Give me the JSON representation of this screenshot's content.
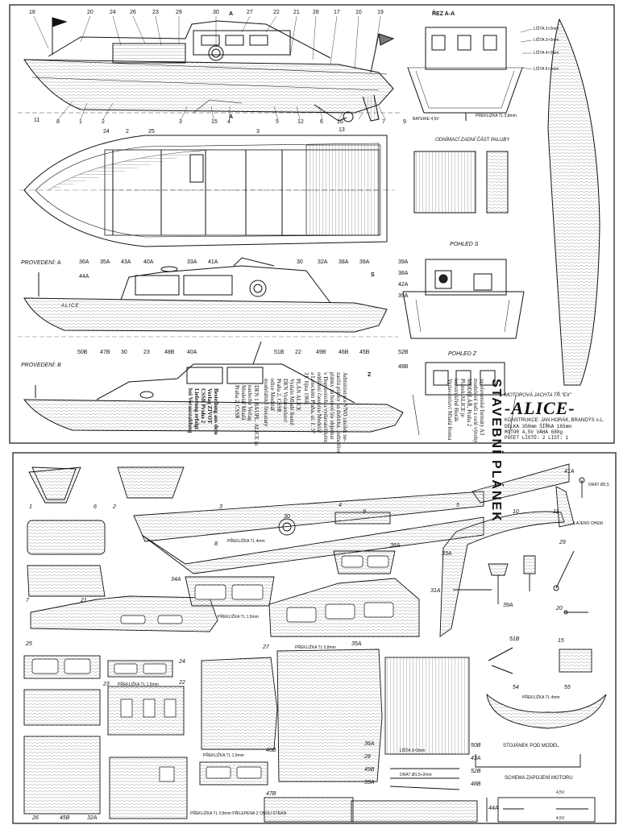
{
  "top_panel": {
    "section_label": "ŘEZ A-A",
    "view_rear_deck": "ODNÍMACÍ ZADNÍ ČÁST PALUBY",
    "view_s": "POHLED S",
    "view_z": "POHLED Z",
    "variant_a": "PROVEDENÍ: A",
    "variant_b": "PROVEDENÍ: B",
    "hull_name": "ALICE",
    "section_markers": [
      "A",
      "A",
      "S",
      "Z"
    ],
    "section_notes": [
      "LIŠTA 2×2mm",
      "LIŠTA 3×3mm",
      "LIŠTA 4×2mm",
      "LIŠTA 5×3mm",
      "PŘEKLIŽKA TL 0,8mm",
      "BATERIE 4,5V"
    ],
    "side_numbers": [
      "18",
      "20",
      "24",
      "26",
      "23",
      "29",
      "30",
      "27",
      "22",
      "21",
      "28",
      "17",
      "10",
      "19",
      "8",
      "1",
      "2",
      "3",
      "15",
      "4",
      "5",
      "12",
      "6",
      "16",
      "7",
      "9",
      "13",
      "11"
    ],
    "plan_numbers": [
      "11",
      "24",
      "2",
      "25",
      "3"
    ],
    "variant_a_numbers": [
      "36A",
      "35A",
      "43A",
      "40A",
      "33A",
      "41A",
      "30",
      "32A",
      "38A",
      "39A",
      "44A"
    ],
    "variant_b_numbers": [
      "50B",
      "47B",
      "30",
      "23",
      "48B",
      "40A",
      "51B",
      "22",
      "49B",
      "46B",
      "45B"
    ],
    "view_s_numbers": [
      "39A",
      "38A",
      "42A",
      "39A"
    ],
    "view_z_numbers": [
      "52B",
      "48B"
    ]
  },
  "title_block": {
    "header": "MOTOROVÁ JACHTA TŘ.\"EX\"",
    "name": "-ALICE-",
    "constructor": "KONSTRUKCE: JAN HORÁK, BRANDÝS n.L.",
    "rows": [
      "DÉLKA    350mm   ŠÍŘKA   165mm",
      "MOTOR    4,5V    VÁHA    680g",
      "POČET LISTŮ: 2       LIST: 1"
    ],
    "vertical_title": "STAVEBNÍ PLÁNEK"
  },
  "overlay_text": {
    "col1": [
      "Administrace VNO zásilek ne-",
      "zasílá plánky na dobírku. Jednotlivé",
      "plánky za hotové lze objednat",
      "v Dopravních a vydavatelském",
      "oddělení časopisu Modelář",
      "a Leteckém Praha, ul. č. 37",
      "31. října 1968."
    ],
    "col2": [
      "PLÁN ALICE",
      "Vydalo Mladé frontě",
      "DEN Vydavatelství",
      "Praha 2, CSSR",
      "edice Modelář",
      "modelářské literatury"
    ],
    "col3": [
      "DEN 1 BAUPL. ALICE in",
      "naslechu Verlag",
      "Modelář Mladá",
      "Praha 2, CSSR"
    ],
    "col4": [
      "Bestellung aus dem",
      "Verlag ZIVOT",
      "CSSR Praha 2",
      "Lieferung erfolgt",
      "bei Vorauszahlung"
    ],
    "col5": [
      "ve-slovenské formáty A3",
      "modelové lodi z celé výroby",
      "MODELÁŘ, Praha 2",
      "Plánek ALICE je",
      "konstrukčně Horák",
      "Vydavatelství Mladá fronta"
    ]
  },
  "parts_sheet": {
    "part_numbers": [
      "1",
      "6",
      "2",
      "3",
      "30",
      "9",
      "4",
      "5",
      "41A",
      "10",
      "11",
      "8",
      "7",
      "21",
      "34A",
      "38A",
      "33A",
      "31A",
      "39A",
      "29",
      "20",
      "25",
      "24",
      "23",
      "22",
      "27",
      "35A",
      "51B",
      "15",
      "54",
      "55",
      "36A",
      "28",
      "49B",
      "33A",
      "50B",
      "43A",
      "52B",
      "48B",
      "26",
      "45B",
      "32A",
      "47B",
      "46B",
      "44A"
    ],
    "notes": [
      "PŘEKLIŽKA TL 4mm",
      "PŘEKLIŽKA TL 1,5mm",
      "PŘEKLIŽKA TL 0,8mm",
      "PŘEKLIŽKA TL 1,5mm",
      "PŘEKLIŽKA TL 1,5mm",
      "LIŠTA 3×3mm",
      "DRÁT Ø1,5÷2mm",
      "PŘEKLIŽKA TL 0,8mm PŘILEPENÁ Z OBOU STRAN",
      "PŘEKLIŽKA TL 4mm",
      "DRÁT Ø2,5",
      "LAJENO OHEM"
    ],
    "stand_label": "STOJÁNEK POD MODEL",
    "motor_label": "SCHEMA ZAPOJENÍ MOTORU",
    "motor_voltages": [
      "4,5V",
      "4,5V"
    ]
  },
  "colors": {
    "ink": "#111111",
    "paper": "#ffffff",
    "wood": "#8a8a8a"
  }
}
